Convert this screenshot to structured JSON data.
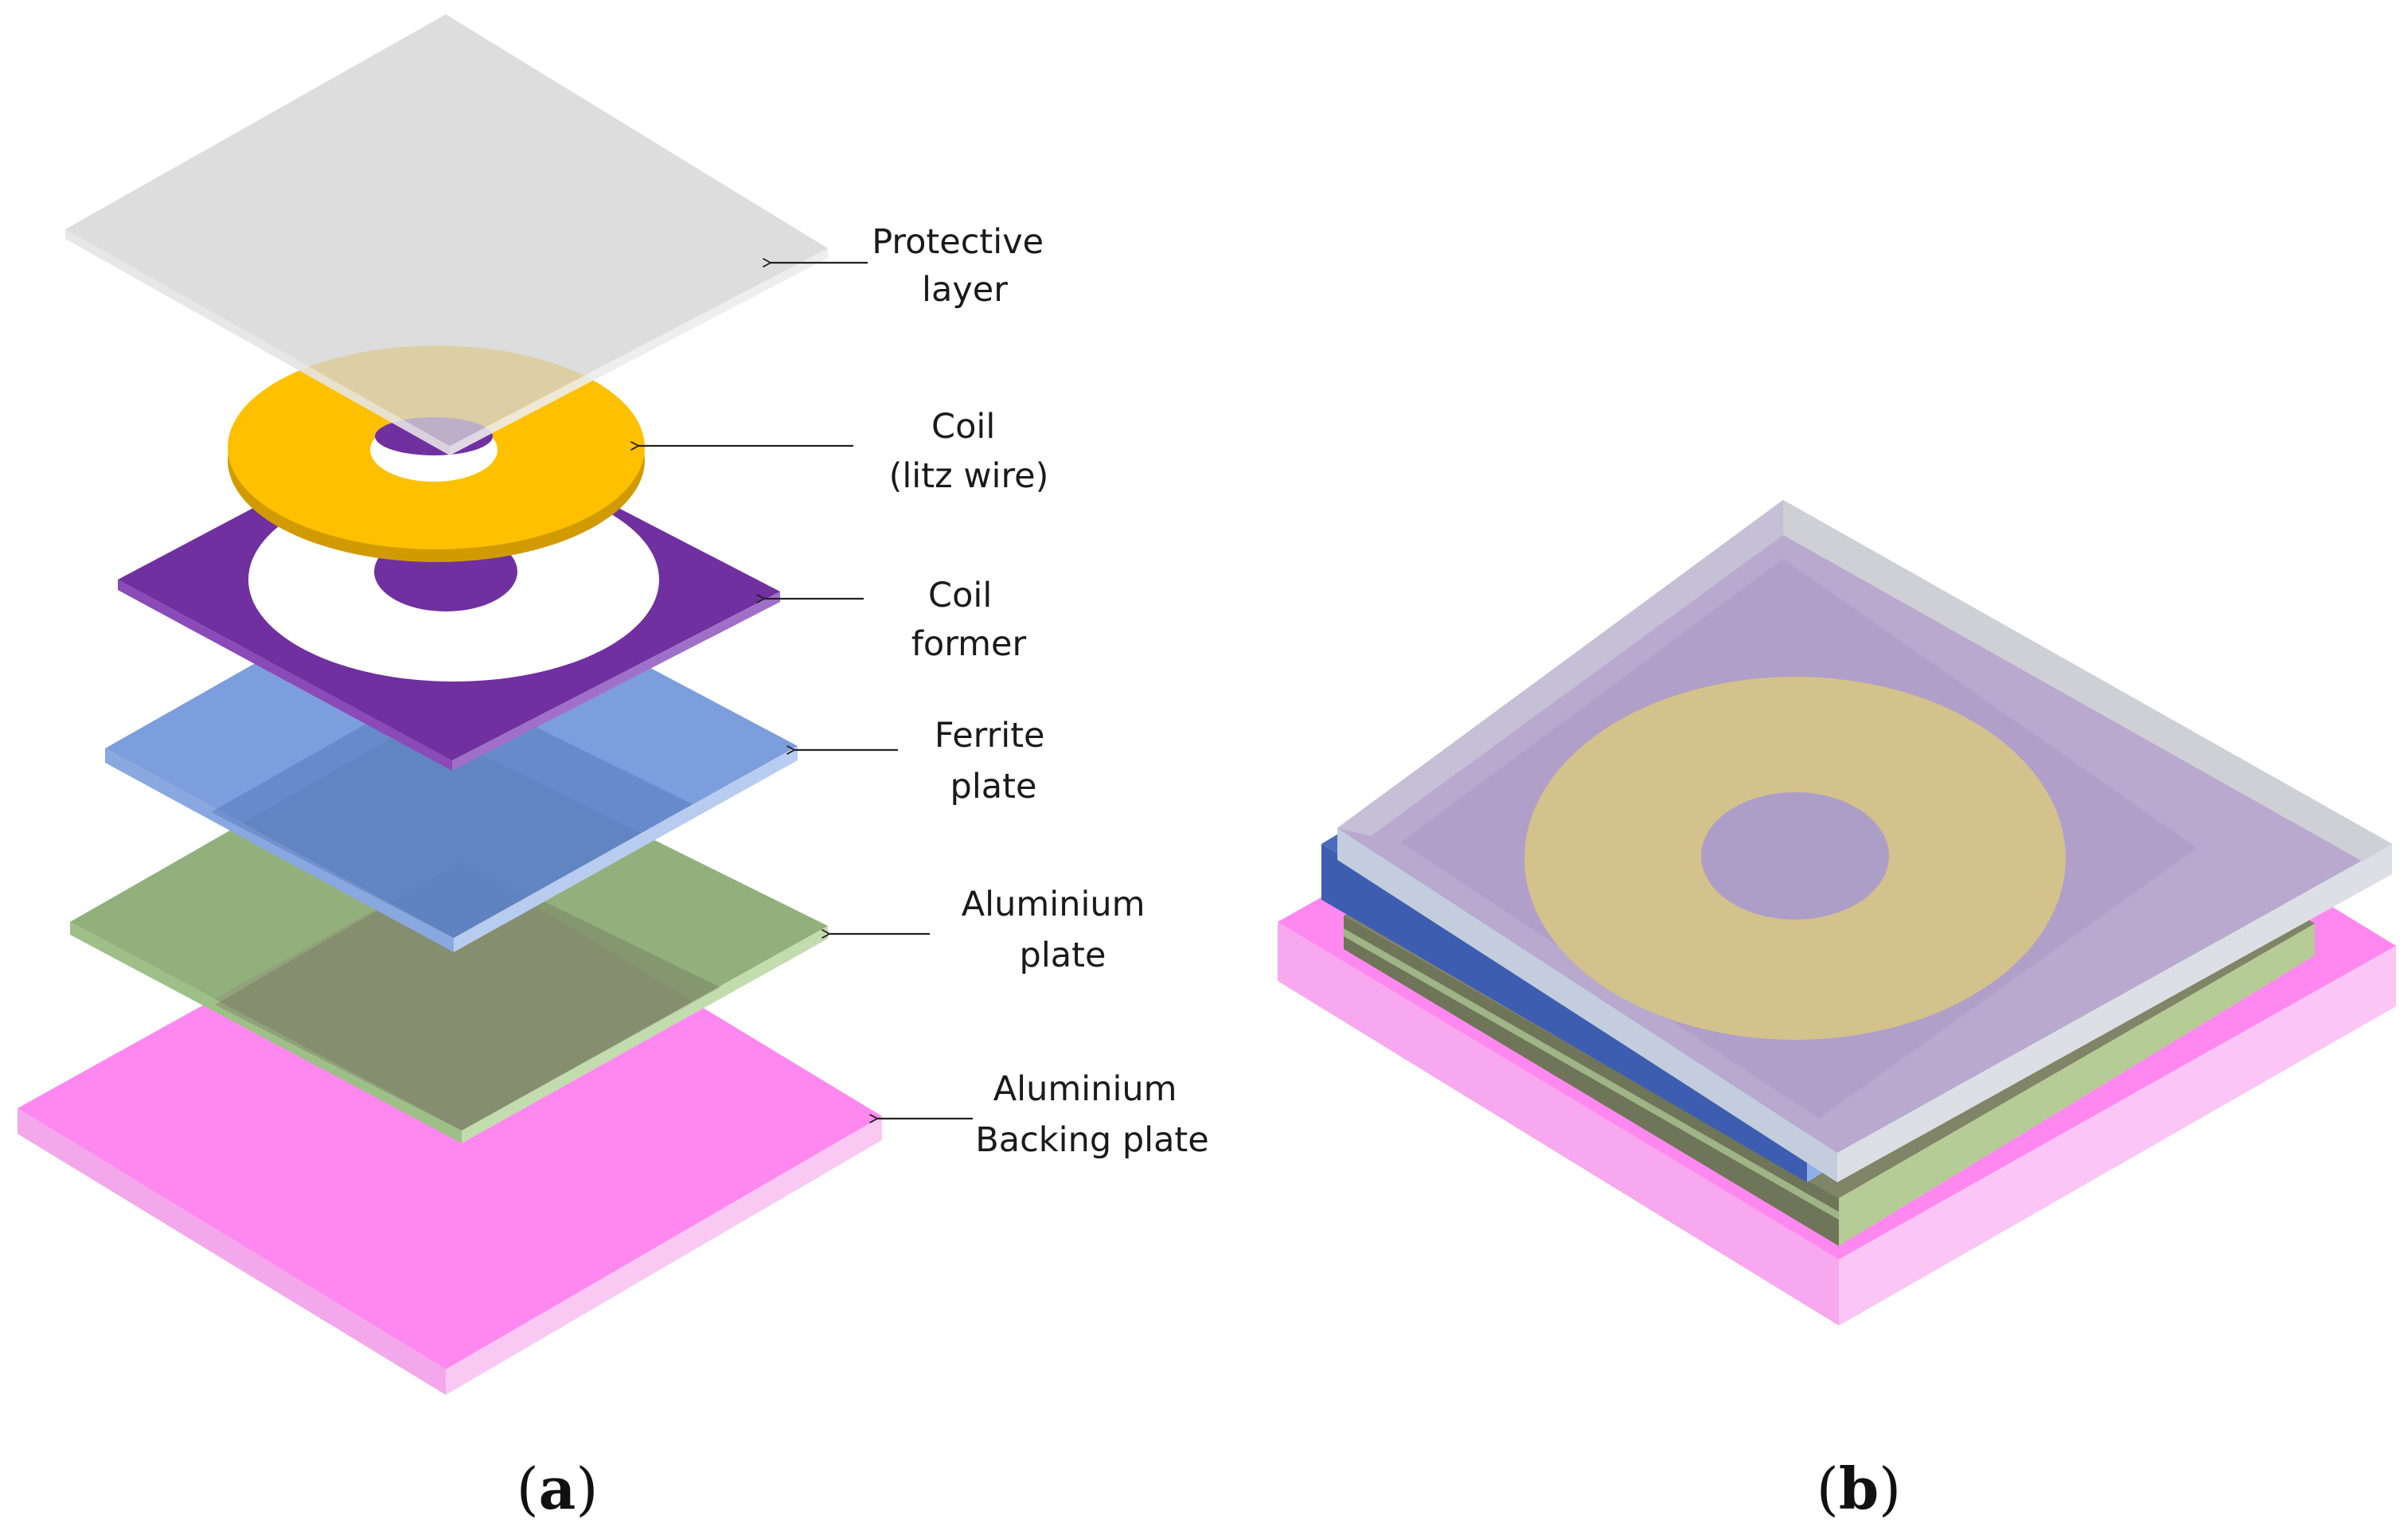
{
  "panel_a": {
    "labels": {
      "protective_layer": [
        "Protective",
        "layer"
      ],
      "coil": [
        "Coil",
        "(litz wire)"
      ],
      "coil_former": [
        "Coil",
        "former"
      ],
      "ferrite_plate": [
        "Ferrite",
        "plate"
      ],
      "aluminium_plate": [
        "Aluminium",
        "plate"
      ],
      "backing_plate": [
        "Aluminium",
        "Backing plate"
      ]
    },
    "caption": {
      "open": "(",
      "letter": "a",
      "close": ")"
    }
  },
  "panel_b": {
    "caption": {
      "open": "(",
      "letter": "b",
      "close": ")"
    }
  },
  "colors": {
    "protective_layer": "#d4d4d4",
    "coil": "#ffc000",
    "coil_former": "#7030a0",
    "ferrite_plate": "#6f93d8",
    "aluminium_plate": "#82a56a",
    "backing_plate": "#ff88f0"
  }
}
